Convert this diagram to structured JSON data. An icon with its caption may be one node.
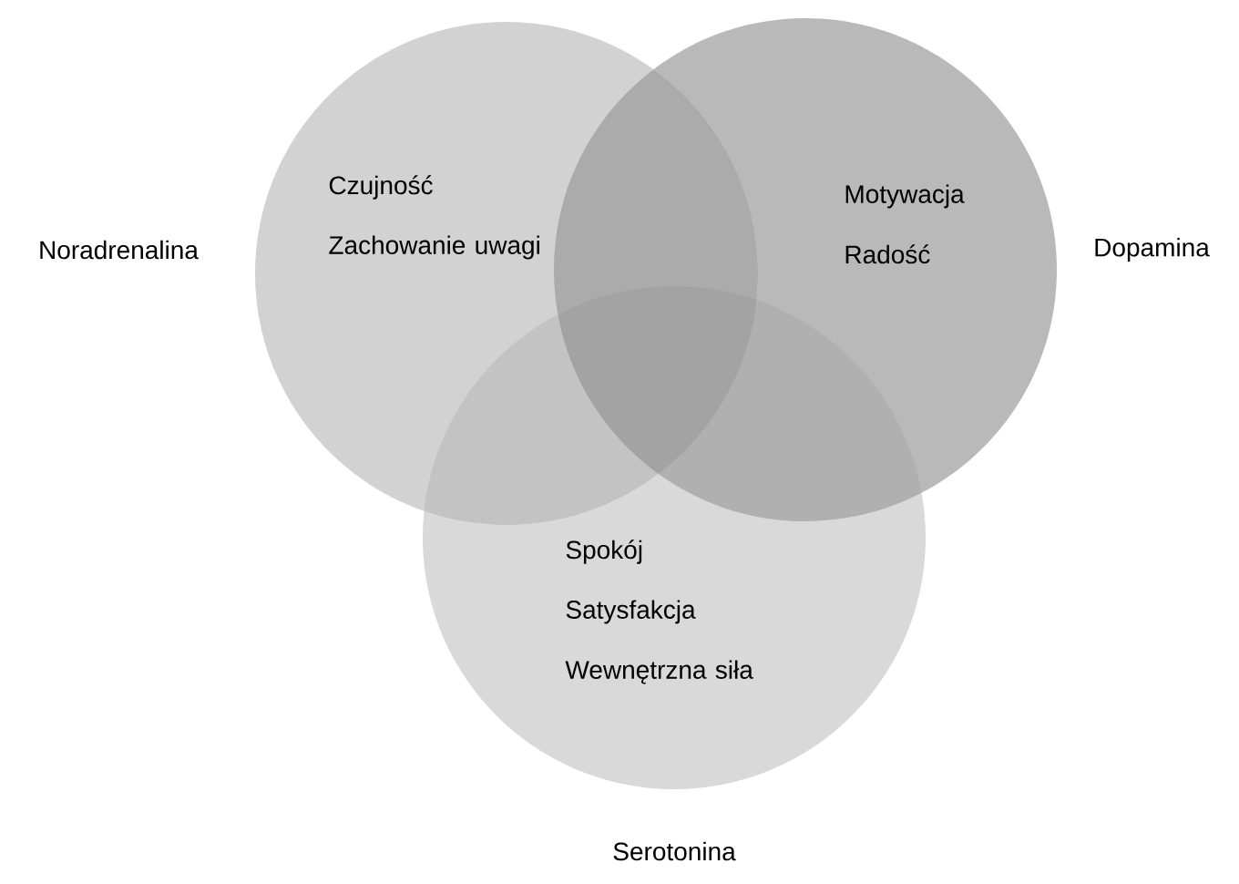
{
  "diagram": {
    "nodes": [
      {
        "text": [
          "Noradrenalina",
          "Czujność",
          "Zachowanie uwagi"
        ]
      },
      {
        "text": [
          "Dopamina",
          "Motywacja",
          "Radość"
        ]
      },
      {
        "text": [
          "Serotonina",
          "Spokój",
          "Satysfakcja",
          "Wewnętrzna siła"
        ]
      }
    ]
  }
}
